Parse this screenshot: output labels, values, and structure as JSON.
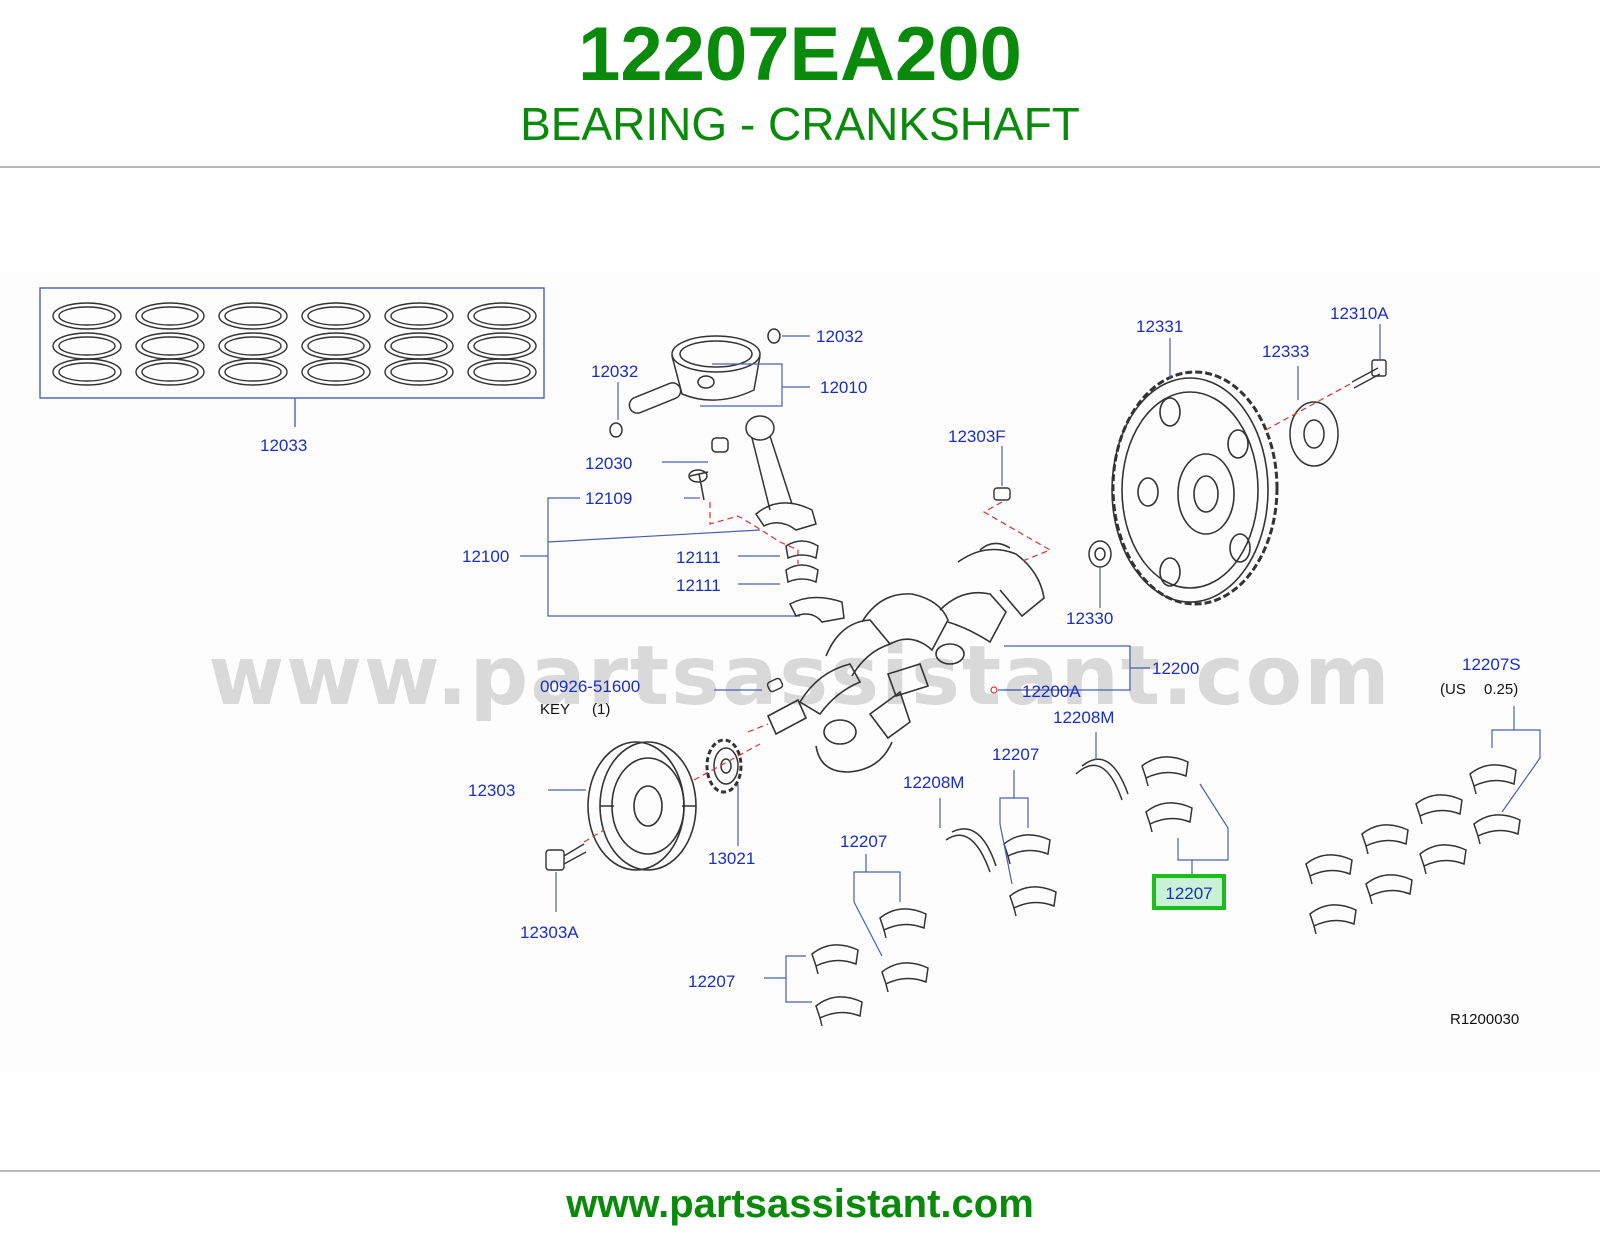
{
  "header": {
    "part_number": "12207EA200",
    "part_name": "BEARING - CRANKSHAFT"
  },
  "watermark": "www.partsassistant.com",
  "footer": {
    "url": "www.partsassistant.com"
  },
  "colors": {
    "brand_green": "#0a8a0a",
    "label_blue": "#1a2fbf",
    "highlight_green": "#1bbf1b",
    "leader_red": "#e03030"
  },
  "diagram": {
    "ref_code": "R1200030",
    "highlighted_label": "12207",
    "labels": {
      "l12033": "12033",
      "l12032a": "12032",
      "l12032b": "12032",
      "l12010": "12010",
      "l12030": "12030",
      "l12109": "12109",
      "l12100": "12100",
      "l12111a": "12111",
      "l12111b": "12111",
      "l12303F": "12303F",
      "l12330": "12330",
      "l12331": "12331",
      "l12333": "12333",
      "l12310A": "12310A",
      "l12200": "12200",
      "l12200A": "12200A",
      "l00926": "00926-51600",
      "key": "KEY",
      "key_qty": "(1)",
      "l12303": "12303",
      "l13021": "13021",
      "l12303A": "12303A",
      "l12208Ma": "12208M",
      "l12208Mb": "12208M",
      "l12207a": "12207",
      "l12207b": "12207",
      "l12207c": "12207",
      "l12207S": "12207S",
      "us": "(US",
      "us_val": "0.25)"
    }
  }
}
